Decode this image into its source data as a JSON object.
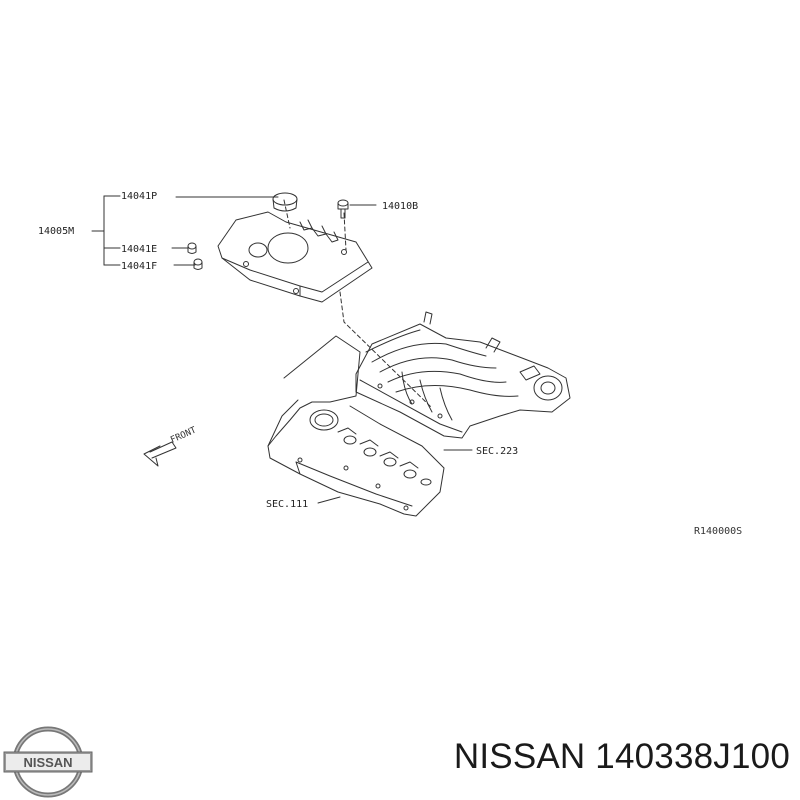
{
  "diagram": {
    "callouts": {
      "p14041P": "14041P",
      "p14005M": "14005M",
      "p14010B": "14010B",
      "p14041E": "14041E",
      "p14041F": "14041F",
      "sec223": "SEC.223",
      "sec111": "SEC.111",
      "front": "FRONT"
    },
    "reference_code": "R140000S"
  },
  "caption": {
    "brand": "NISSAN",
    "part_number": "140338J100",
    "text": "NISSAN 140338J100"
  },
  "logo": {
    "text": "NISSAN",
    "icon": "nissan-logo-icon"
  },
  "colors": {
    "line": "#333333",
    "text": "#1a1a1a",
    "background": "#ffffff"
  }
}
